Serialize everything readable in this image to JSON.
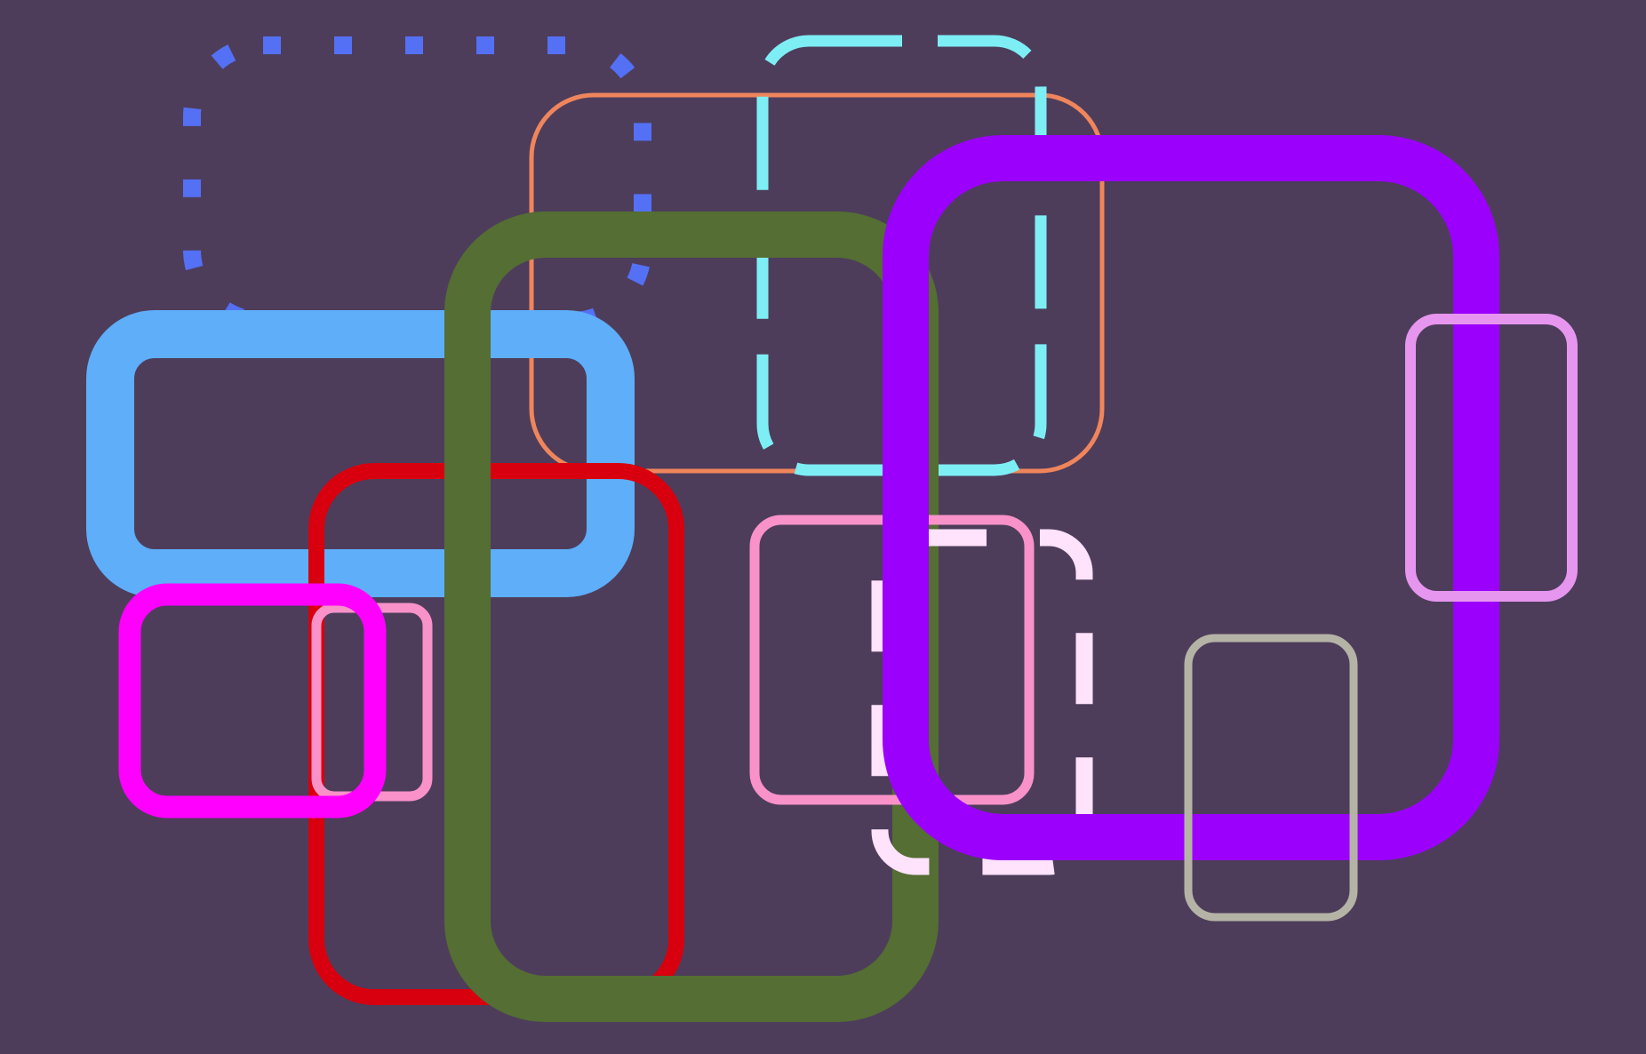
{
  "background": "#4d3d5b",
  "shapes": [
    {
      "name": "blue-dotted-rounded-square",
      "color": "#5470f5",
      "style": "dotted"
    },
    {
      "name": "orange-thin-rounded-rectangle",
      "color": "#f0855c",
      "style": "solid"
    },
    {
      "name": "cyan-dashed-rounded-rectangle",
      "color": "#7eeef5",
      "style": "dashed"
    },
    {
      "name": "light-blue-thick-rounded-rectangle",
      "color": "#5eaefa",
      "style": "solid"
    },
    {
      "name": "red-rounded-rectangle",
      "color": "#d8000e",
      "style": "solid"
    },
    {
      "name": "olive-green-thick-rounded-rectangle",
      "color": "#546e33",
      "style": "solid"
    },
    {
      "name": "pink-rounded-rectangle",
      "color": "#f992c9",
      "style": "solid"
    },
    {
      "name": "pale-pink-dashed-rounded-rectangle",
      "color": "#ffe2fb",
      "style": "dashed"
    },
    {
      "name": "violet-thick-rounded-square",
      "color": "#9b00fd",
      "style": "solid"
    },
    {
      "name": "lavender-rounded-rectangle",
      "color": "#e796ef",
      "style": "solid"
    },
    {
      "name": "gray-rounded-rectangle",
      "color": "#b5b3a6",
      "style": "solid"
    },
    {
      "name": "small-pink-rounded-rectangle",
      "color": "#f992c9",
      "style": "solid"
    },
    {
      "name": "magenta-rounded-square",
      "color": "#ff00ff",
      "style": "solid"
    }
  ]
}
